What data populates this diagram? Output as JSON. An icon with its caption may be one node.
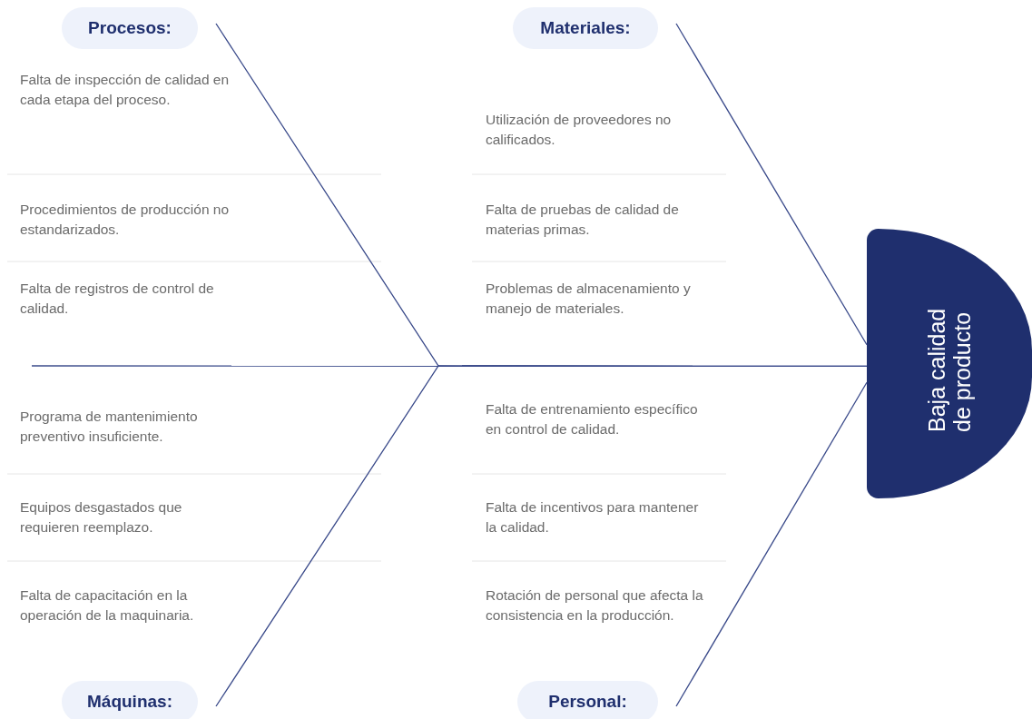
{
  "diagram": {
    "nodes": [
      {
        "text": [
          "Procesos:"
        ]
      },
      {
        "text": [
          "Materiales:"
        ]
      },
      {
        "text": [
          "Máquinas:"
        ]
      },
      {
        "text": [
          "Personal:"
        ]
      },
      {
        "text": [
          "Baja calidad de producto"
        ]
      }
    ],
    "edges": [
      {
        "from": null,
        "to": 4,
        "arrow": "none"
      },
      {
        "from": 0,
        "to": 4,
        "arrow": "none"
      },
      {
        "from": 1,
        "to": 4,
        "arrow": "none"
      },
      {
        "from": 2,
        "to": 4,
        "arrow": "none"
      },
      {
        "from": 3,
        "to": 4,
        "arrow": "none"
      }
    ],
    "labels": [
      "Falta de inspección de calidad en cada etapa del proceso.",
      "Procedimientos de producción no estandarizados.",
      "Falta de registros de control de calidad.",
      "Utilización de proveedores no calificados.",
      "Falta de pruebas de calidad de materias primas.",
      "Problemas de almacenamiento y manejo de materiales.",
      "Programa de mantenimiento preventivo insuficiente.",
      "Equipos desgastados que requieren reemplazo.",
      "Falta de capacitación en la operación de la maquinaria.",
      "Falta de entrenamiento específico en control de calidad.",
      "Falta de incentivos para mantener la calidad.",
      "Rotación de personal que afecta la consistencia en la producción."
    ]
  }
}
